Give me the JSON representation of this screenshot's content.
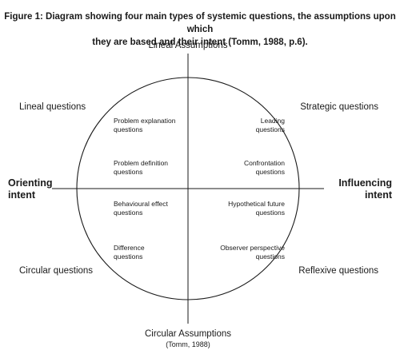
{
  "figure": {
    "caption_line1": "Figure 1: Diagram showing four main types of systemic questions, the assumptions upon which",
    "caption_line2": "they are based and their intent (Tomm, 1988, p.6).",
    "top_axis": "Lineal Assumptions",
    "bottom_axis": "Circular Assumptions",
    "source": "(Tomm, 1988)",
    "left_intent_line1": "Orienting",
    "left_intent_line2": "intent",
    "right_intent_line1": "Influencing",
    "right_intent_line2": "intent",
    "question_types": {
      "top_left": "Lineal questions",
      "top_right": "Strategic questions",
      "bottom_left": "Circular questions",
      "bottom_right": "Reflexive questions"
    },
    "quadrants": {
      "top_left": [
        {
          "line1": "Problem explanation",
          "line2": "questions"
        },
        {
          "line1": "Problem definition",
          "line2": "questions"
        }
      ],
      "top_right": [
        {
          "line1": "Leading",
          "line2": "questions"
        },
        {
          "line1": "Confrontation",
          "line2": "questions"
        }
      ],
      "bottom_left": [
        {
          "line1": "Behavioural effect",
          "line2": "questions"
        },
        {
          "line1": "Difference",
          "line2": "questions"
        }
      ],
      "bottom_right": [
        {
          "line1": "Hypothetical future",
          "line2": "questions"
        },
        {
          "line1": "Observer perspective",
          "line2": "questions"
        }
      ]
    },
    "line_color": "#1a1a1a"
  }
}
